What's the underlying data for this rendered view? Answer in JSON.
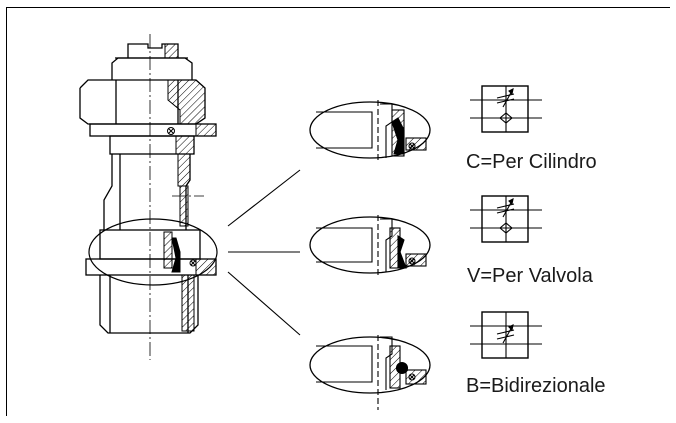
{
  "diagram": {
    "labels": {
      "cylinder": "C=Per Cilindro",
      "valve": "V=Per Valvola",
      "bidirectional": "B=Bidirezionale"
    },
    "line_color": "#000000",
    "background": "#ffffff"
  }
}
